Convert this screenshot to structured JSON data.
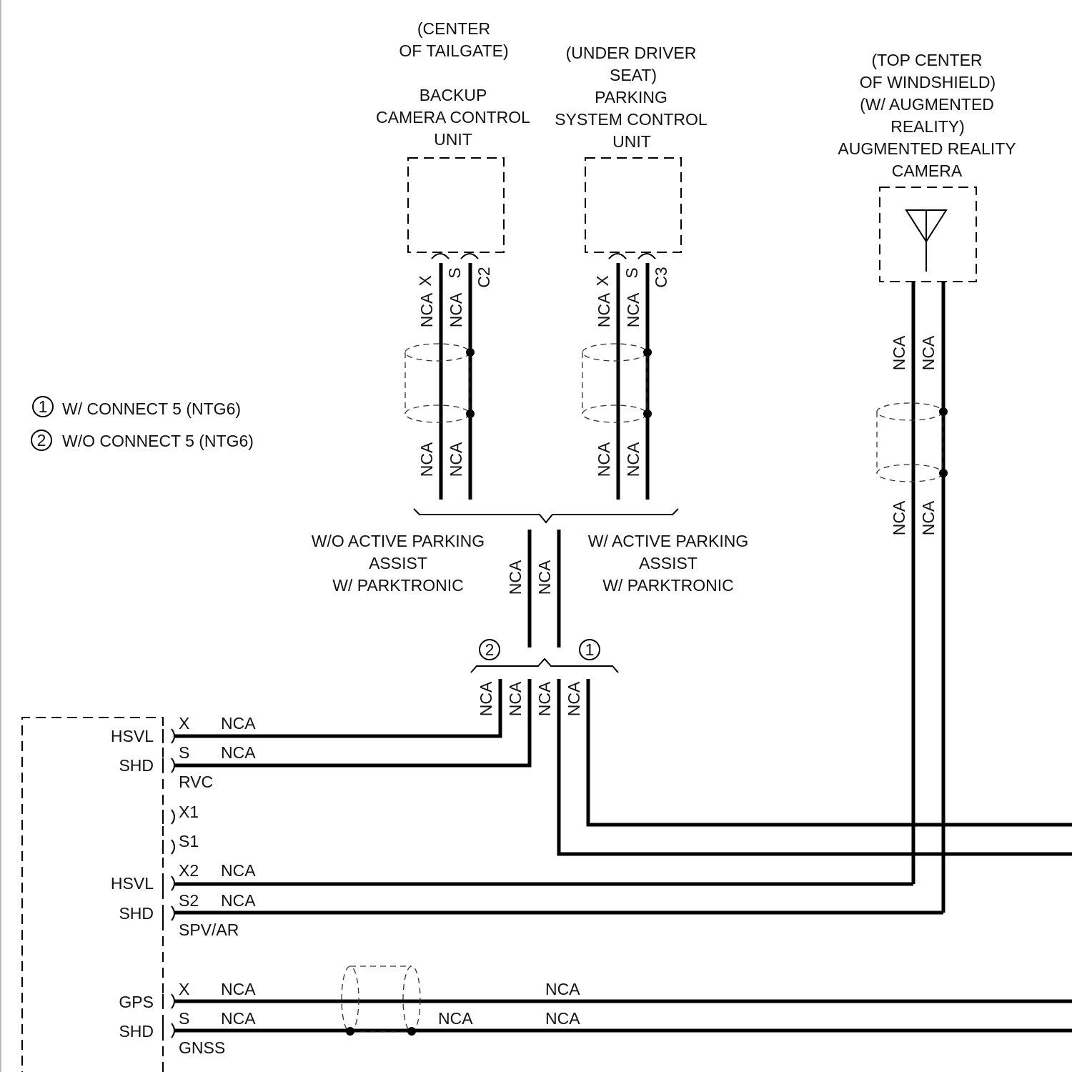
{
  "legend": {
    "items": [
      {
        "marker": "1",
        "text": "W/ CONNECT 5 (NTG6)"
      },
      {
        "marker": "2",
        "text": "W/O CONNECT 5 (NTG6)"
      }
    ]
  },
  "components": {
    "backup_camera": {
      "location": [
        "(CENTER",
        "OF TAILGATE)"
      ],
      "name": [
        "BACKUP",
        "CAMERA CONTROL",
        "UNIT"
      ],
      "pins": [
        "X",
        "S"
      ],
      "connector": "C2"
    },
    "parking_unit": {
      "location": [
        "(UNDER DRIVER",
        "SEAT)"
      ],
      "name": [
        "PARKING",
        "SYSTEM CONTROL",
        "UNIT"
      ],
      "pins": [
        "X",
        "S"
      ],
      "connector": "C3"
    },
    "ar_camera": {
      "location": [
        "(TOP CENTER",
        "OF WINDSHIELD)",
        "(W/ AUGMENTED",
        "REALITY)"
      ],
      "name": [
        "AUGMENTED REALITY",
        "CAMERA"
      ]
    }
  },
  "options": {
    "without_active": [
      "W/O ACTIVE PARKING",
      "ASSIST",
      "W/ PARKTRONIC"
    ],
    "with_active": [
      "W/ ACTIVE PARKING",
      "ASSIST",
      "W/ PARKTRONIC"
    ],
    "marker_left": "2",
    "marker_right": "1"
  },
  "wire_code": "NCA",
  "main_unit": {
    "groups": [
      {
        "signal": "HSVL",
        "shield": "SHD",
        "group": "RVC",
        "pins": [
          "X",
          "S"
        ]
      },
      {
        "signal": "",
        "shield": "",
        "group": "",
        "pins": [
          "X1",
          "S1"
        ]
      },
      {
        "signal": "HSVL",
        "shield": "SHD",
        "group": "SPV/AR",
        "pins": [
          "X2",
          "S2"
        ]
      },
      {
        "signal": "GPS",
        "shield": "SHD",
        "group": "GNSS",
        "pins": [
          "X",
          "S"
        ]
      }
    ]
  },
  "gnss_labels": {
    "x_far": "NCA",
    "s_mid": "NCA",
    "s_far": "NCA"
  }
}
